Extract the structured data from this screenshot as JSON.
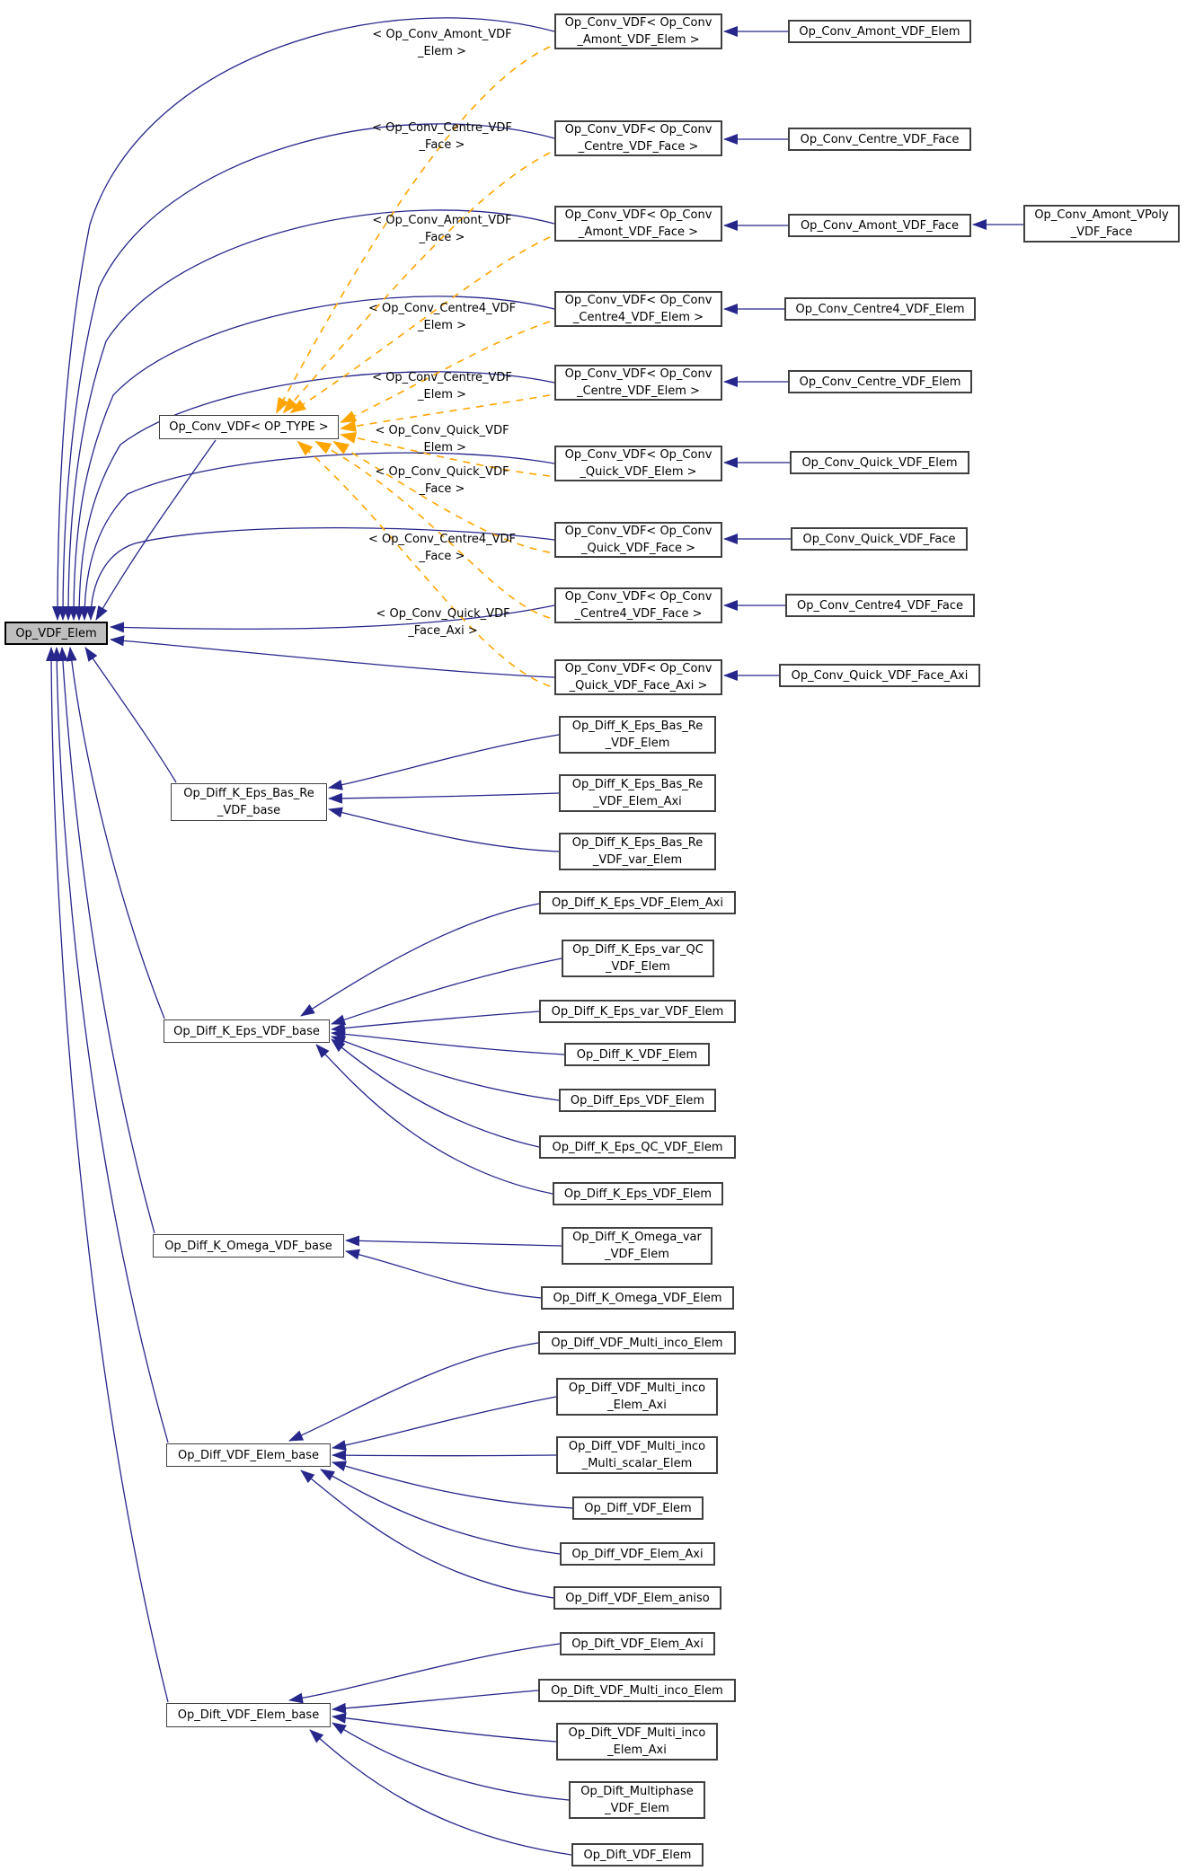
{
  "colors": {
    "inheritance_edge": "#26268b",
    "template_edge": "#ffa500",
    "node_border": "#404040",
    "node_fill": "#ffffff",
    "focal_fill": "#bfbfbf",
    "text": "#000000"
  },
  "nodes": {
    "focal": "Op_VDF_Elem",
    "template": "Op_Conv_VDF< OP_TYPE >",
    "base_keps_bas_re": "Op_Diff_K_Eps_Bas_Re\n_VDF_base",
    "base_keps": "Op_Diff_K_Eps_VDF_base",
    "base_komega": "Op_Diff_K_Omega_VDF_base",
    "base_diff_elem": "Op_Diff_VDF_Elem_base",
    "base_dift_elem": "Op_Dift_VDF_Elem_base",
    "inst_amont_elem": "Op_Conv_VDF< Op_Conv\n_Amont_VDF_Elem >",
    "inst_centre_face": "Op_Conv_VDF< Op_Conv\n_Centre_VDF_Face >",
    "inst_amont_face": "Op_Conv_VDF< Op_Conv\n_Amont_VDF_Face >",
    "inst_centre4_elem": "Op_Conv_VDF< Op_Conv\n_Centre4_VDF_Elem >",
    "inst_centre_elem": "Op_Conv_VDF< Op_Conv\n_Centre_VDF_Elem >",
    "inst_quick_elem": "Op_Conv_VDF< Op_Conv\n_Quick_VDF_Elem >",
    "inst_quick_face": "Op_Conv_VDF< Op_Conv\n_Quick_VDF_Face >",
    "inst_centre4_face": "Op_Conv_VDF< Op_Conv\n_Centre4_VDF_Face >",
    "inst_quick_face_axi": "Op_Conv_VDF< Op_Conv\n_Quick_VDF_Face_Axi >",
    "cls_amont_elem": "Op_Conv_Amont_VDF_Elem",
    "cls_centre_face": "Op_Conv_Centre_VDF_Face",
    "cls_amont_face": "Op_Conv_Amont_VDF_Face",
    "cls_centre4_elem": "Op_Conv_Centre4_VDF_Elem",
    "cls_centre_elem": "Op_Conv_Centre_VDF_Elem",
    "cls_quick_elem": "Op_Conv_Quick_VDF_Elem",
    "cls_quick_face": "Op_Conv_Quick_VDF_Face",
    "cls_centre4_face": "Op_Conv_Centre4_VDF_Face",
    "cls_quick_face_axi": "Op_Conv_Quick_VDF_Face_Axi",
    "cls_amont_vpoly_face": "Op_Conv_Amont_VPoly\n_VDF_Face",
    "diff_keps_basre_elem": "Op_Diff_K_Eps_Bas_Re\n_VDF_Elem",
    "diff_keps_basre_elem_axi": "Op_Diff_K_Eps_Bas_Re\n_VDF_Elem_Axi",
    "diff_keps_basre_var_elem": "Op_Diff_K_Eps_Bas_Re\n_VDF_var_Elem",
    "diff_keps_elem_axi": "Op_Diff_K_Eps_VDF_Elem_Axi",
    "diff_keps_var_qc": "Op_Diff_K_Eps_var_QC\n_VDF_Elem",
    "diff_keps_var_elem": "Op_Diff_K_Eps_var_VDF_Elem",
    "diff_k_elem": "Op_Diff_K_VDF_Elem",
    "diff_eps_elem": "Op_Diff_Eps_VDF_Elem",
    "diff_keps_qc_elem": "Op_Diff_K_Eps_QC_VDF_Elem",
    "diff_keps_elem": "Op_Diff_K_Eps_VDF_Elem",
    "komega_var_elem": "Op_Diff_K_Omega_var\n_VDF_Elem",
    "komega_elem": "Op_Diff_K_Omega_VDF_Elem",
    "diff_multi_inco_elem": "Op_Diff_VDF_Multi_inco_Elem",
    "diff_multi_inco_elem_axi": "Op_Diff_VDF_Multi_inco\n_Elem_Axi",
    "diff_multi_inco_multi_scalar": "Op_Diff_VDF_Multi_inco\n_Multi_scalar_Elem",
    "diff_elem": "Op_Diff_VDF_Elem",
    "diff_elem_axi": "Op_Diff_VDF_Elem_Axi",
    "diff_elem_aniso": "Op_Diff_VDF_Elem_aniso",
    "dift_elem_axi": "Op_Dift_VDF_Elem_Axi",
    "dift_multi_inco_elem": "Op_Dift_VDF_Multi_inco_Elem",
    "dift_multi_inco_elem_axi": "Op_Dift_VDF_Multi_inco\n_Elem_Axi",
    "dift_multiphase_elem": "Op_Dift_Multiphase\n_VDF_Elem",
    "dift_elem": "Op_Dift_VDF_Elem"
  },
  "edge_labels": {
    "amont_elem": "< Op_Conv_Amont_VDF\n_Elem >",
    "centre_face": "< Op_Conv_Centre_VDF\n_Face >",
    "amont_face": "< Op_Conv_Amont_VDF\n_Face >",
    "centre4_elem": "< Op_Conv_Centre4_VDF\n_Elem >",
    "centre_elem": "< Op_Conv_Centre_VDF\n_Elem >",
    "quick_elem": "< Op_Conv_Quick_VDF\n_Elem >",
    "quick_face": "< Op_Conv_Quick_VDF\n_Face >",
    "centre4_face": "< Op_Conv_Centre4_VDF\n_Face >",
    "quick_face_axi": "< Op_Conv_Quick_VDF\n_Face_Axi >"
  }
}
